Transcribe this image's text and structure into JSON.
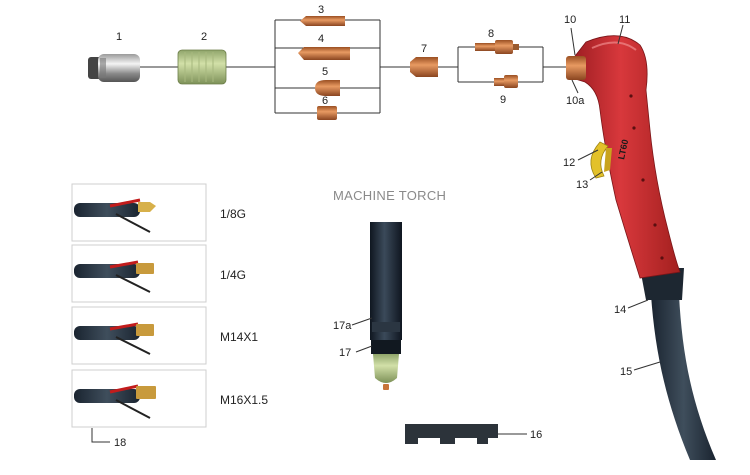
{
  "diagram": {
    "part_numbers": {
      "p1": "1",
      "p2": "2",
      "p3": "3",
      "p4": "4",
      "p5": "5",
      "p6": "6",
      "p7": "7",
      "p8": "8",
      "p9": "9",
      "p10": "10",
      "p10a": "10a",
      "p11": "11",
      "p12": "12",
      "p13": "13",
      "p14": "14",
      "p15": "15",
      "p16": "16",
      "p17": "17",
      "p17a": "17a",
      "p18": "18"
    },
    "machine_torch_title": "MACHINE TORCH",
    "torch_model": "LT60",
    "connectors": [
      "1/8G",
      "1/4G",
      "M14X1",
      "M16X1.5"
    ]
  },
  "colors": {
    "torch_red": "#c0272d",
    "copper": "#c8743a",
    "ceramic_green": "#b8c98e",
    "trigger_yellow": "#e3c12a",
    "cable_black": "#1f2a35"
  }
}
